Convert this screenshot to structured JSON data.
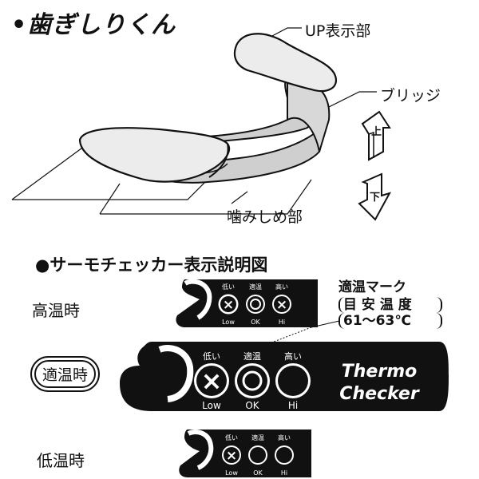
{
  "header": {
    "bullet": "•",
    "title": "歯ぎしりくん"
  },
  "labels": {
    "up_part": "UP表示部",
    "bridge": "ブリッジ",
    "bite_part": "噛みしめ部"
  },
  "arrows": {
    "up": "上",
    "down": "下"
  },
  "section2": {
    "title": "●サーモチェッカー表示説明図"
  },
  "rows": {
    "high": "高温時",
    "proper": "適温時",
    "low": "低温時"
  },
  "mark": {
    "line1": "適温マーク",
    "line2": "目 安 温 度",
    "line3": "61～63℃"
  },
  "checker": {
    "top_labels": [
      "低い",
      "適温",
      "高い"
    ],
    "bottom_labels": [
      "Low",
      "OK",
      "Hi"
    ],
    "brand_line1": "Thermo",
    "brand_line2": "Checker"
  }
}
